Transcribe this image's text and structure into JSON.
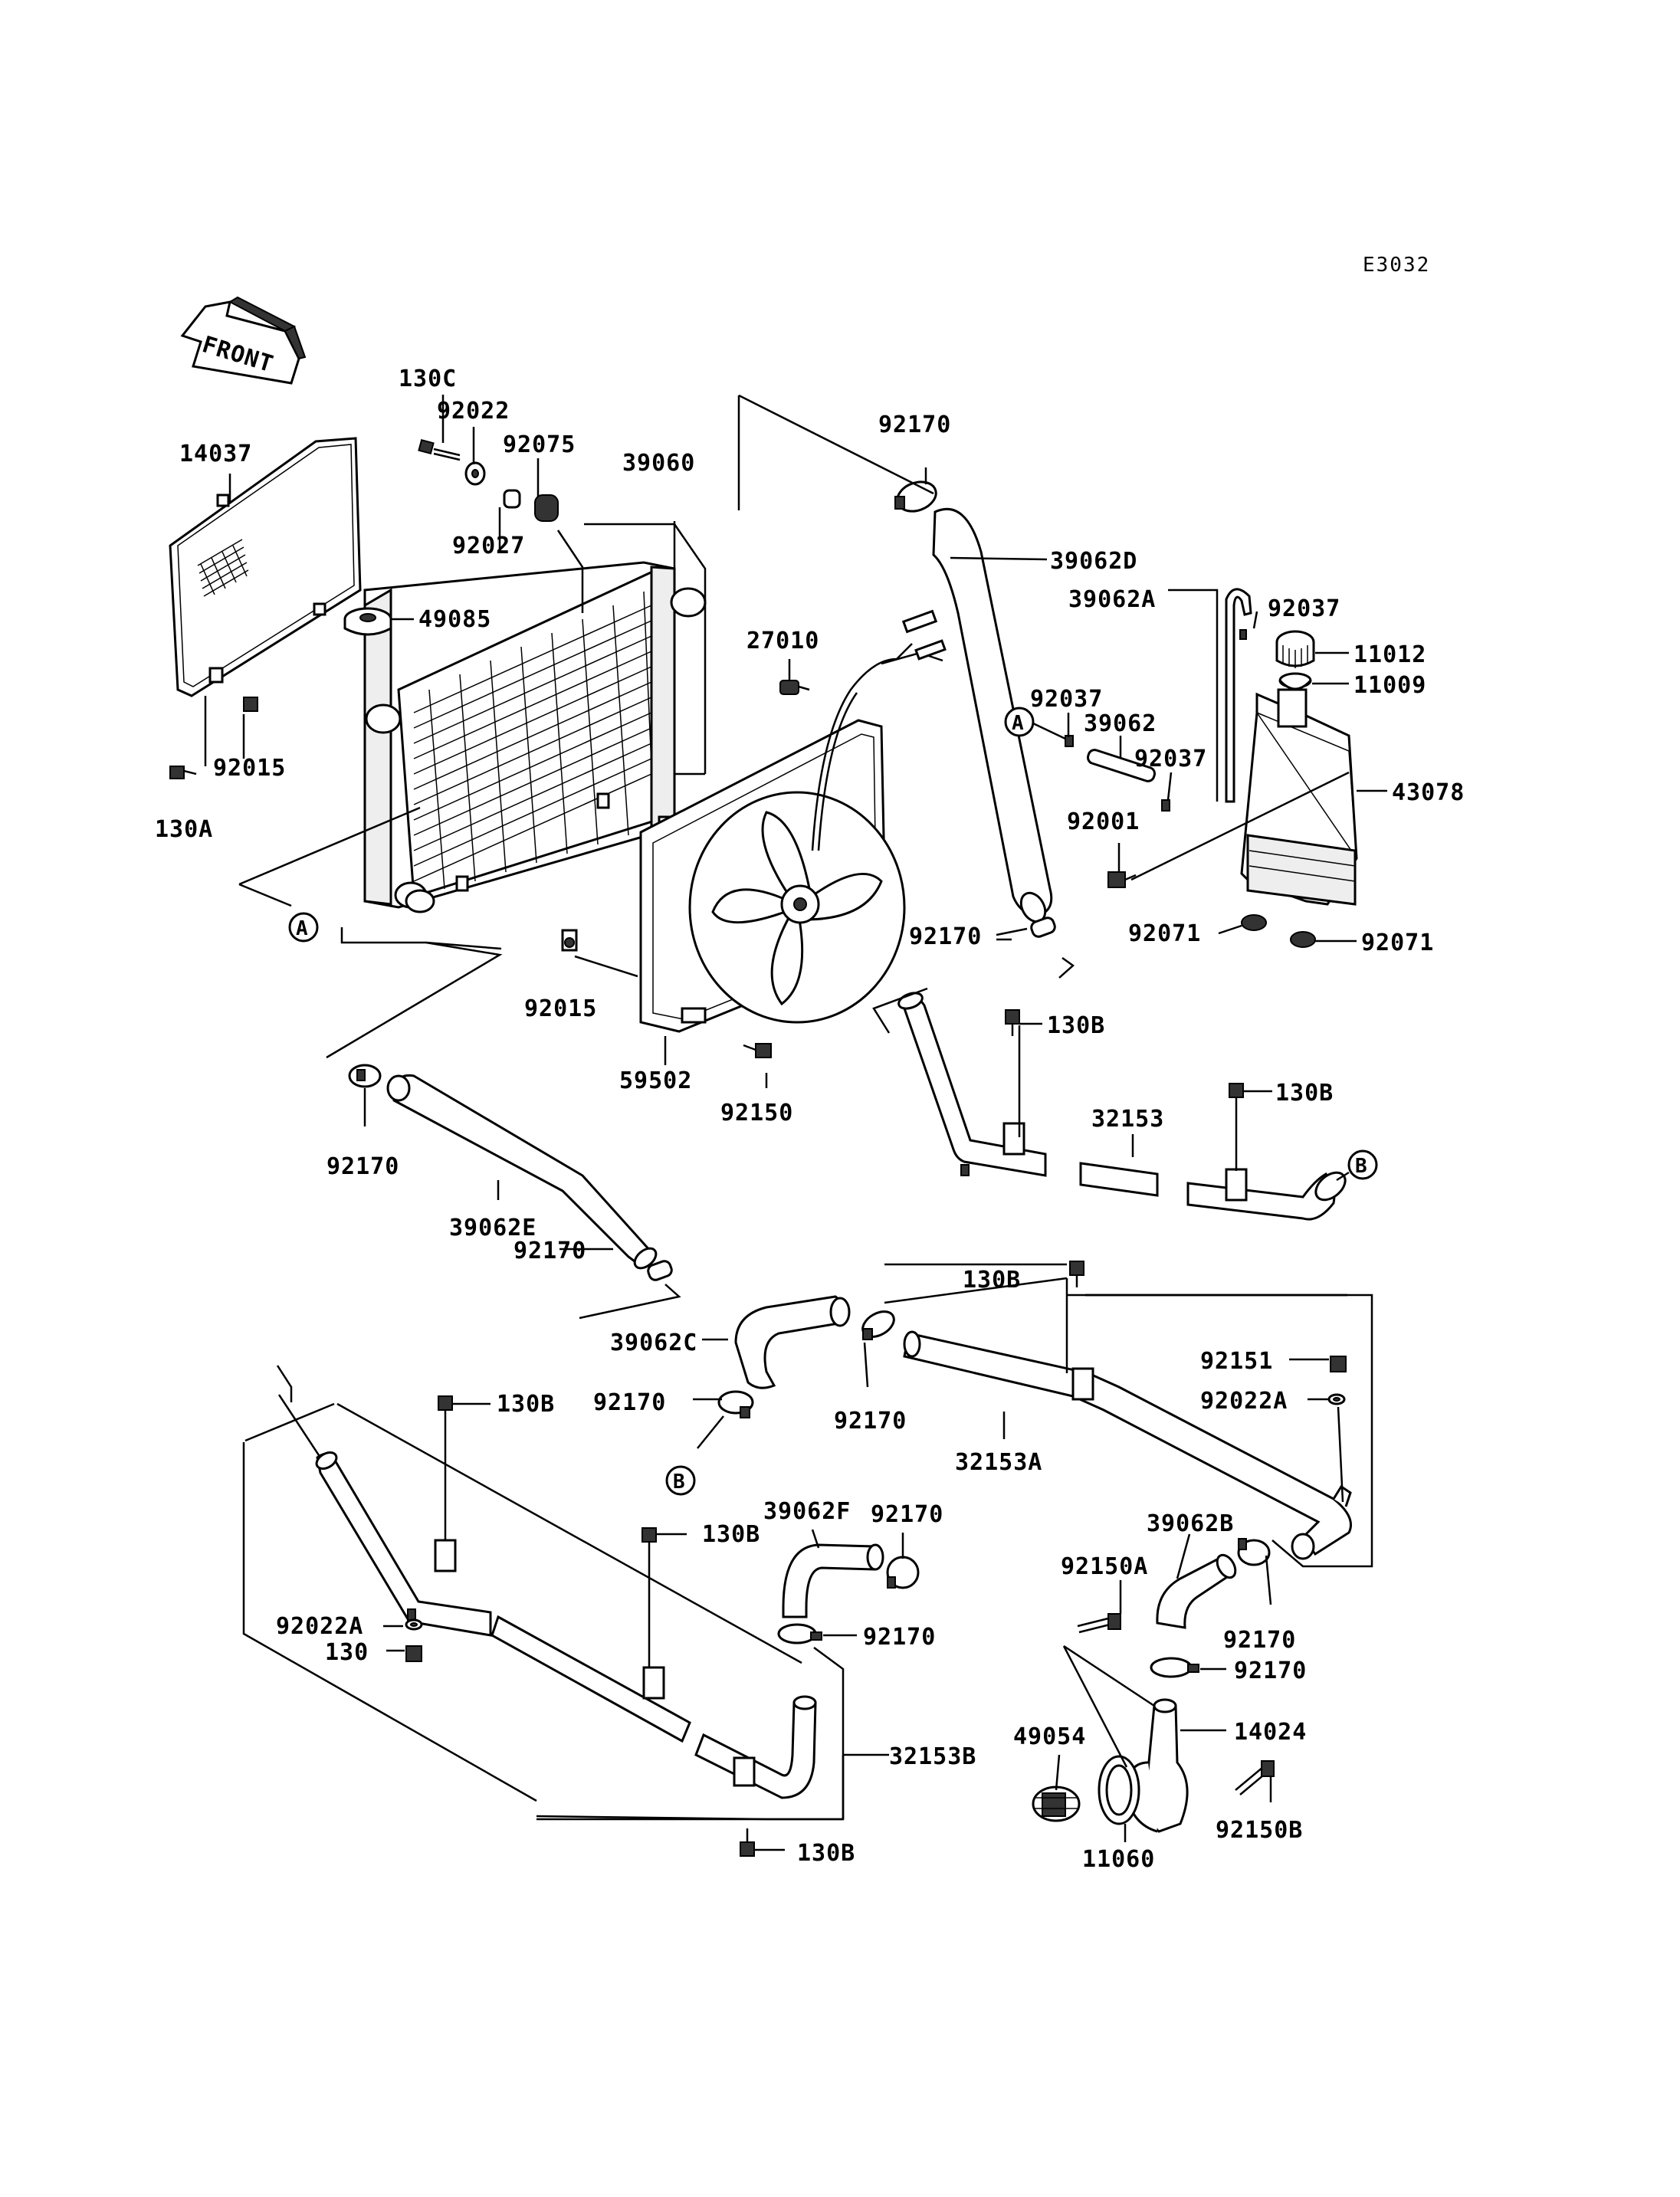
{
  "diagram_ref": "E3032",
  "front_label": "FRONT",
  "connectors": {
    "a": "A",
    "b": "B"
  },
  "labels": {
    "l130C": "130C",
    "l92022": "92022",
    "l92075": "92075",
    "l39060": "39060",
    "l92027": "92027",
    "l14037": "14037",
    "l49085": "49085",
    "l27010": "27010",
    "l92015a": "92015",
    "l130A": "130A",
    "l92015b": "92015",
    "l59502": "59502",
    "l92150": "92150",
    "l92170a": "92170",
    "l39062D": "39062D",
    "l39062A": "39062A",
    "l92037a": "92037",
    "l11012": "11012",
    "l11009": "11009",
    "l92037b": "92037",
    "l39062": "39062",
    "l92037c": "92037",
    "l43078": "43078",
    "l92001": "92001",
    "l92071a": "92071",
    "l92071b": "92071",
    "l92170b": "92170",
    "l130Ba": "130B",
    "l32153": "32153",
    "l130Bb": "130B",
    "l92170c": "92170",
    "l39062E": "39062E",
    "l92170d": "92170",
    "l130Bc": "130B",
    "l39062C": "39062C",
    "l92170e": "92170",
    "l92170f": "92170",
    "l32153A": "32153A",
    "l92151": "92151",
    "l92022A1": "92022A",
    "l130Bd": "130B",
    "l130Be": "130B",
    "l39062F": "39062F",
    "l92170g": "92170",
    "l39062B": "39062B",
    "l92150A": "92150A",
    "l92170h": "92170",
    "l92022A2": "92022A",
    "l130": "130",
    "l92170i": "92170",
    "l92170j": "92170",
    "l49054": "49054",
    "l14024": "14024",
    "l32153B": "32153B",
    "l11060": "11060",
    "l92150B": "92150B",
    "l130Bf": "130B"
  }
}
